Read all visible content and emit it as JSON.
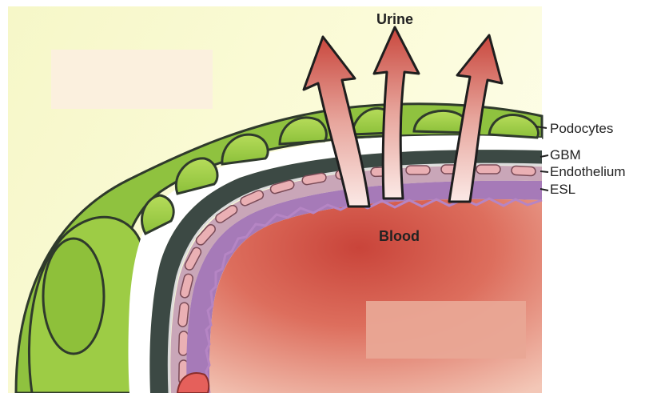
{
  "diagram": {
    "labels": {
      "urine": "Urine",
      "blood": "Blood",
      "podocytes": "Podocytes",
      "gbm": "GBM",
      "endothelium": "Endothelium",
      "esl": "ESL"
    },
    "colors": {
      "background": "#fbfbd4",
      "podocyte": "#9ccc3c",
      "podocyte_outline": "#2f3a2c",
      "gbm": "#3d4a45",
      "endothelium": "#e6a2a8",
      "esl": "#a677b9",
      "blood": "#d75a4c",
      "arrow": "#d1625a"
    }
  }
}
